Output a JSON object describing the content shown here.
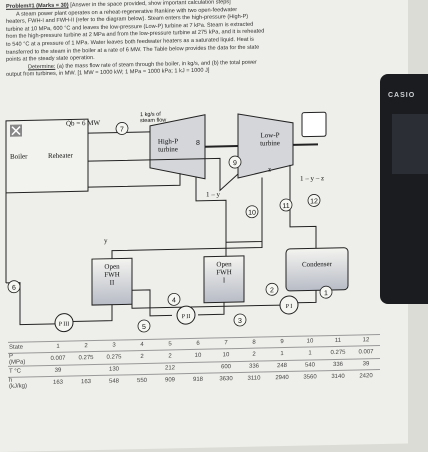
{
  "problem": {
    "heading": "Problem#1 (Marks = 30)",
    "heading_note": "[Answer in the space provided, show important calculation steps]",
    "description_lines": [
      "A steam power plant operates on a reheat-regenerative Rankine with two open-feedwater",
      "heaters, FWH-I and FWH-II (refer to the diagram below). Steam enters the high-pressure (High-P)",
      "turbine at 10 MPa, 600 °C and leaves the low-pressure (Low-P) turbine at 7 kPa. Steam is extracted",
      "from the high-pressure turbine at 2 MPa and from the low-pressure turbine at 275 kPa, and it is reheated",
      "to 540 °C at a pressure of 1 MPa. Water leaves both feedwater heaters as a saturated liquid. Heat is",
      "transferred to the steam in the boiler at a rate of 6 MW. The Table below provides the data for the state",
      "points at the steady state operation."
    ],
    "determine_label": "Determine:",
    "determine_text": "(a) the mass flow rate of steam through the boiler, in kg/s, and (b) the total power",
    "determine_text2": "output from turbines, in MW.     [1 MW = 1000 kW;  1 MPa = 1000 kPa;  1 kJ = 1000 J]"
  },
  "calculator": {
    "brand": "CASIO"
  },
  "diagram": {
    "qb_label": "Q̇b = 6 MW",
    "steam_flow_label_1": "1 kg/s of",
    "steam_flow_label_2": "steam flow",
    "boiler_label": "Boiler",
    "reheater_label": "Reheater",
    "hp_turbine_label_1": "High-P",
    "hp_turbine_label_2": "turbine",
    "lp_turbine_label_1": "Low-P",
    "lp_turbine_label_2": "turbine",
    "fwh2_label": [
      "Open",
      "FWH",
      "II"
    ],
    "fwh1_label": [
      "Open",
      "FWH",
      "I"
    ],
    "condenser_label": "Condenser",
    "pump3_label": "P III",
    "pump2_label": "P II",
    "pump1_label": "P I",
    "frac_y": "y",
    "frac_1my": "1 – y",
    "frac_z": "z",
    "frac_1myz": "1 – y – z",
    "state_numbers": [
      "1",
      "2",
      "3",
      "4",
      "5",
      "6",
      "7",
      "8",
      "9",
      "10",
      "11",
      "12"
    ]
  },
  "table": {
    "row_labels": [
      "State",
      "P",
      "(MPa)",
      "T °C",
      "h",
      "(kJ/kg)"
    ],
    "states": [
      "1",
      "2",
      "3",
      "4",
      "5",
      "6",
      "7",
      "8",
      "9",
      "10",
      "11",
      "12"
    ],
    "P": [
      "0.007",
      "0.275",
      "0.275",
      "2",
      "2",
      "10",
      "10",
      "2",
      "1",
      "1",
      "0.275",
      "0.007"
    ],
    "T": [
      "39",
      "",
      "130",
      "",
      "212",
      "",
      "600",
      "336",
      "248",
      "540",
      "336",
      "39"
    ],
    "h": [
      "163",
      "163",
      "548",
      "550",
      "909",
      "918",
      "3630",
      "3110",
      "2940",
      "3560",
      "3140",
      "2420"
    ]
  }
}
